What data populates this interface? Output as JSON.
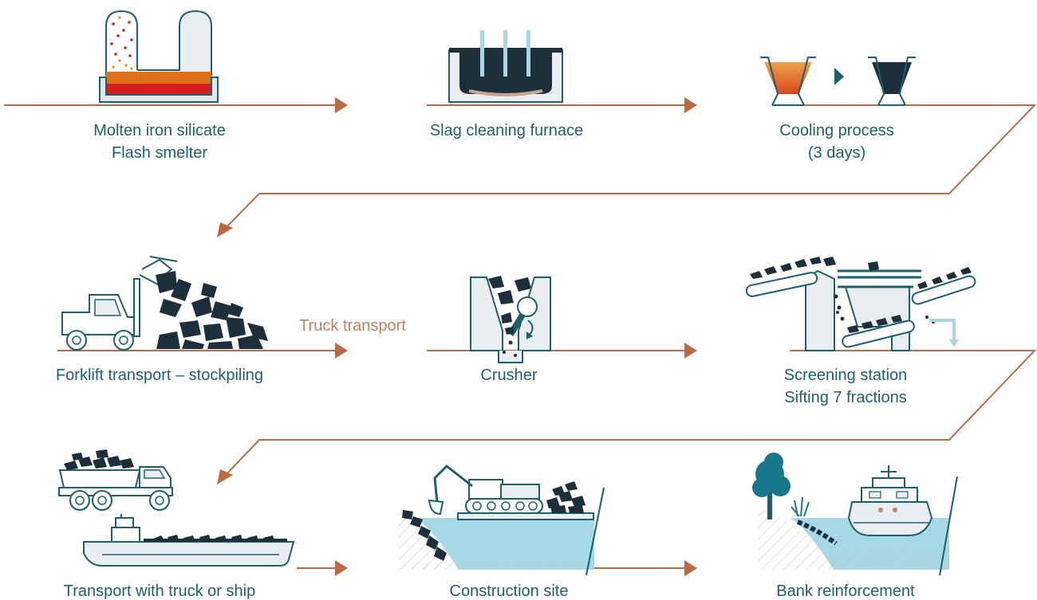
{
  "steps": [
    {
      "id": "smelter",
      "lines": [
        "Molten iron silicate",
        "Flash smelter"
      ]
    },
    {
      "id": "slag",
      "lines": [
        "Slag cleaning furnace"
      ]
    },
    {
      "id": "cooling",
      "lines": [
        "Cooling process",
        "(3 days)"
      ]
    },
    {
      "id": "forklift",
      "lines": [
        "Forklift transport – stockpiling"
      ]
    },
    {
      "id": "crusher",
      "lines": [
        "Crusher"
      ]
    },
    {
      "id": "screening",
      "lines": [
        "Screening station",
        "Sifting 7 fractions"
      ]
    },
    {
      "id": "transport",
      "lines": [
        "Transport with truck or ship"
      ]
    },
    {
      "id": "construction",
      "lines": [
        "Construction site"
      ]
    },
    {
      "id": "bank",
      "lines": [
        "Bank reinforcement"
      ]
    }
  ],
  "connector_labels": {
    "truck_transport": "Truck transport"
  },
  "colors": {
    "flow_line": "#b07050",
    "arrowhead": "#b86a43",
    "caption_text": "#1f5f6b",
    "accent_text": "#c0805e",
    "slag_dark": "#1c2f3b",
    "molten_orange": "#e0701a",
    "molten_red": "#d51f1f",
    "water": "#a7d8e6",
    "tree": "#16788a"
  },
  "icons": [
    "flash-smelter-icon",
    "slag-furnace-icon",
    "cooling-pots-icon",
    "forklift-icon",
    "crusher-icon",
    "screening-station-icon",
    "dump-truck-icon",
    "barge-icon",
    "excavator-icon",
    "riverbank-icon"
  ]
}
